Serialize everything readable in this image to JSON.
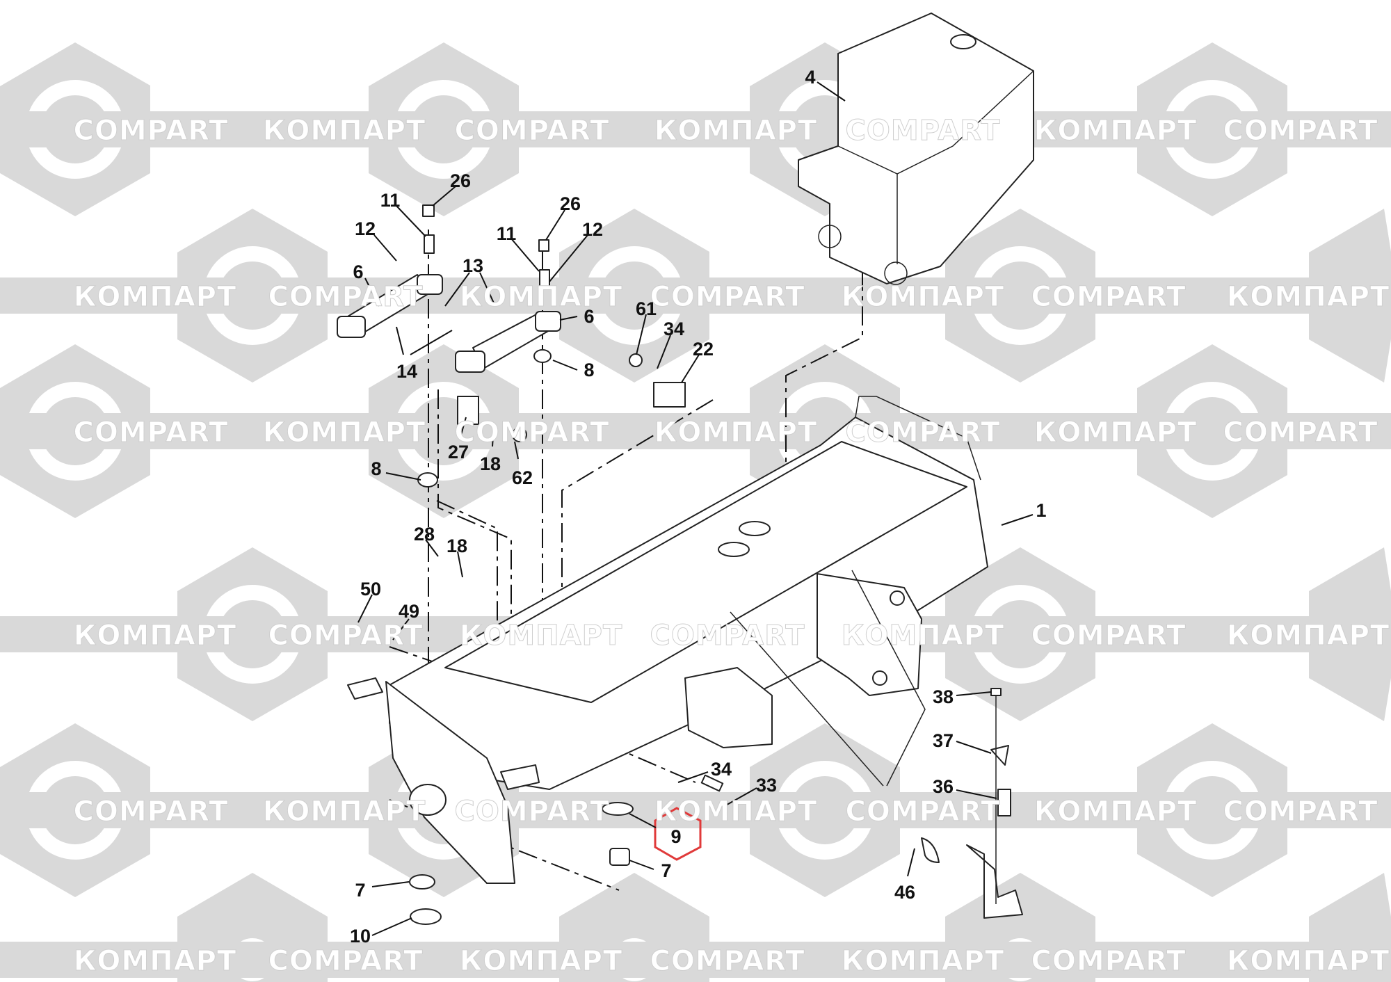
{
  "watermark": {
    "ru": "КОМПАРТ",
    "en": "COMPART"
  },
  "highlight_color": "#e03a3a",
  "callouts": [
    {
      "n": "26"
    },
    {
      "n": "11"
    },
    {
      "n": "12"
    },
    {
      "n": "6"
    },
    {
      "n": "13"
    },
    {
      "n": "26"
    },
    {
      "n": "11"
    },
    {
      "n": "12"
    },
    {
      "n": "6"
    },
    {
      "n": "14"
    },
    {
      "n": "8"
    },
    {
      "n": "61"
    },
    {
      "n": "34"
    },
    {
      "n": "22"
    },
    {
      "n": "4"
    },
    {
      "n": "1"
    },
    {
      "n": "27"
    },
    {
      "n": "18"
    },
    {
      "n": "62"
    },
    {
      "n": "8"
    },
    {
      "n": "28"
    },
    {
      "n": "18"
    },
    {
      "n": "50"
    },
    {
      "n": "49"
    },
    {
      "n": "38"
    },
    {
      "n": "37"
    },
    {
      "n": "36"
    },
    {
      "n": "34"
    },
    {
      "n": "33"
    },
    {
      "n": "9"
    },
    {
      "n": "7"
    },
    {
      "n": "7"
    },
    {
      "n": "10"
    },
    {
      "n": "46"
    }
  ]
}
